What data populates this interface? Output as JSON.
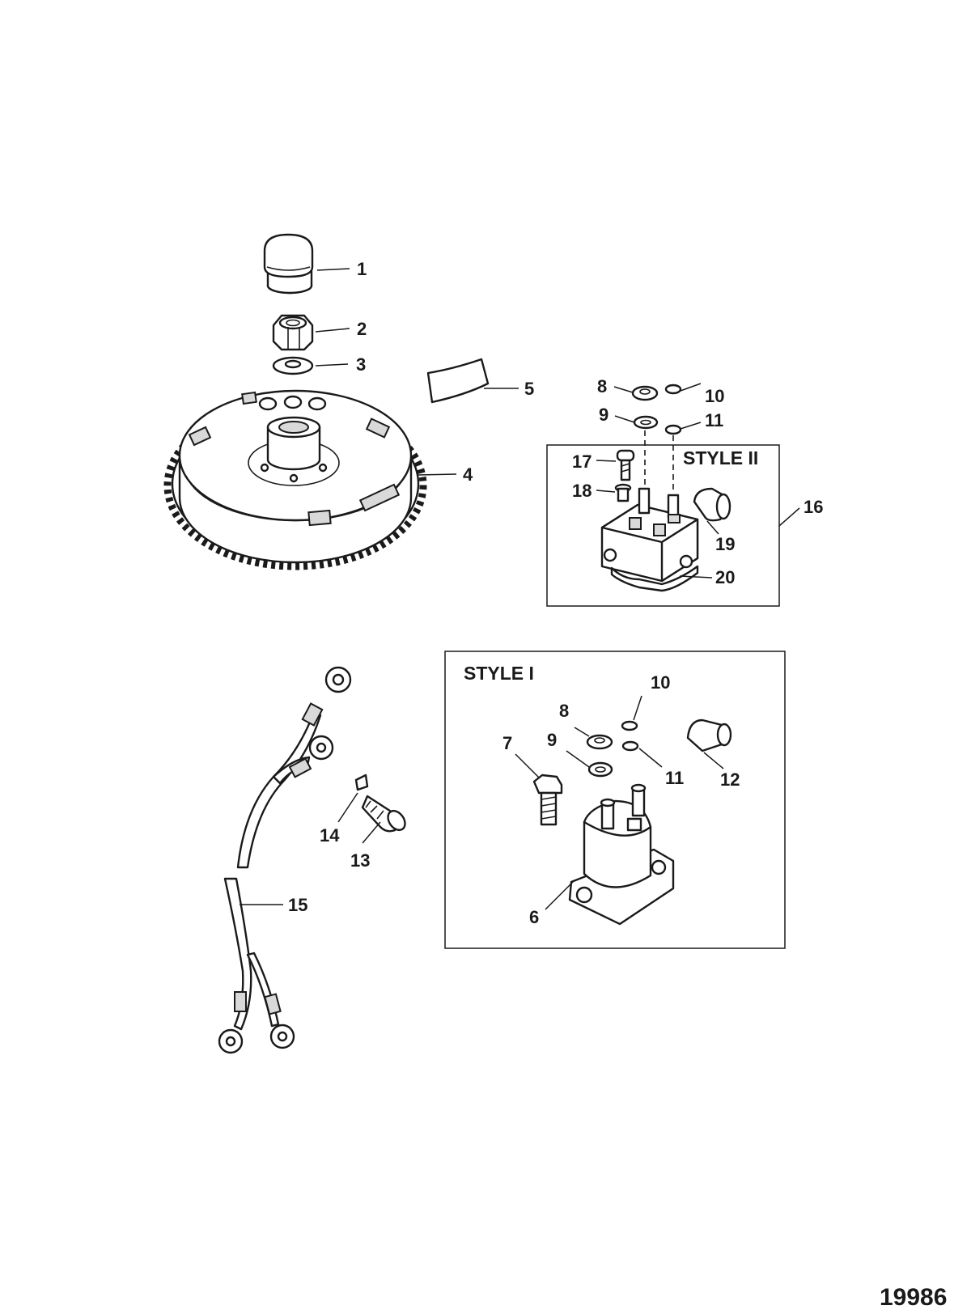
{
  "style_labels": {
    "style_ii": "STYLE II",
    "style_i": "STYLE I"
  },
  "figure_number": "19986",
  "callouts": {
    "c1": "1",
    "c2": "2",
    "c3": "3",
    "c4": "4",
    "c5": "5",
    "c8a": "8",
    "c9a": "9",
    "c10a": "10",
    "c11a": "11",
    "c16": "16",
    "c17": "17",
    "c18": "18",
    "c19": "19",
    "c20": "20",
    "c6": "6",
    "c7": "7",
    "c8b": "8",
    "c9b": "9",
    "c10b": "10",
    "c11b": "11",
    "c12": "12",
    "c13": "13",
    "c14": "14",
    "c15": "15"
  }
}
